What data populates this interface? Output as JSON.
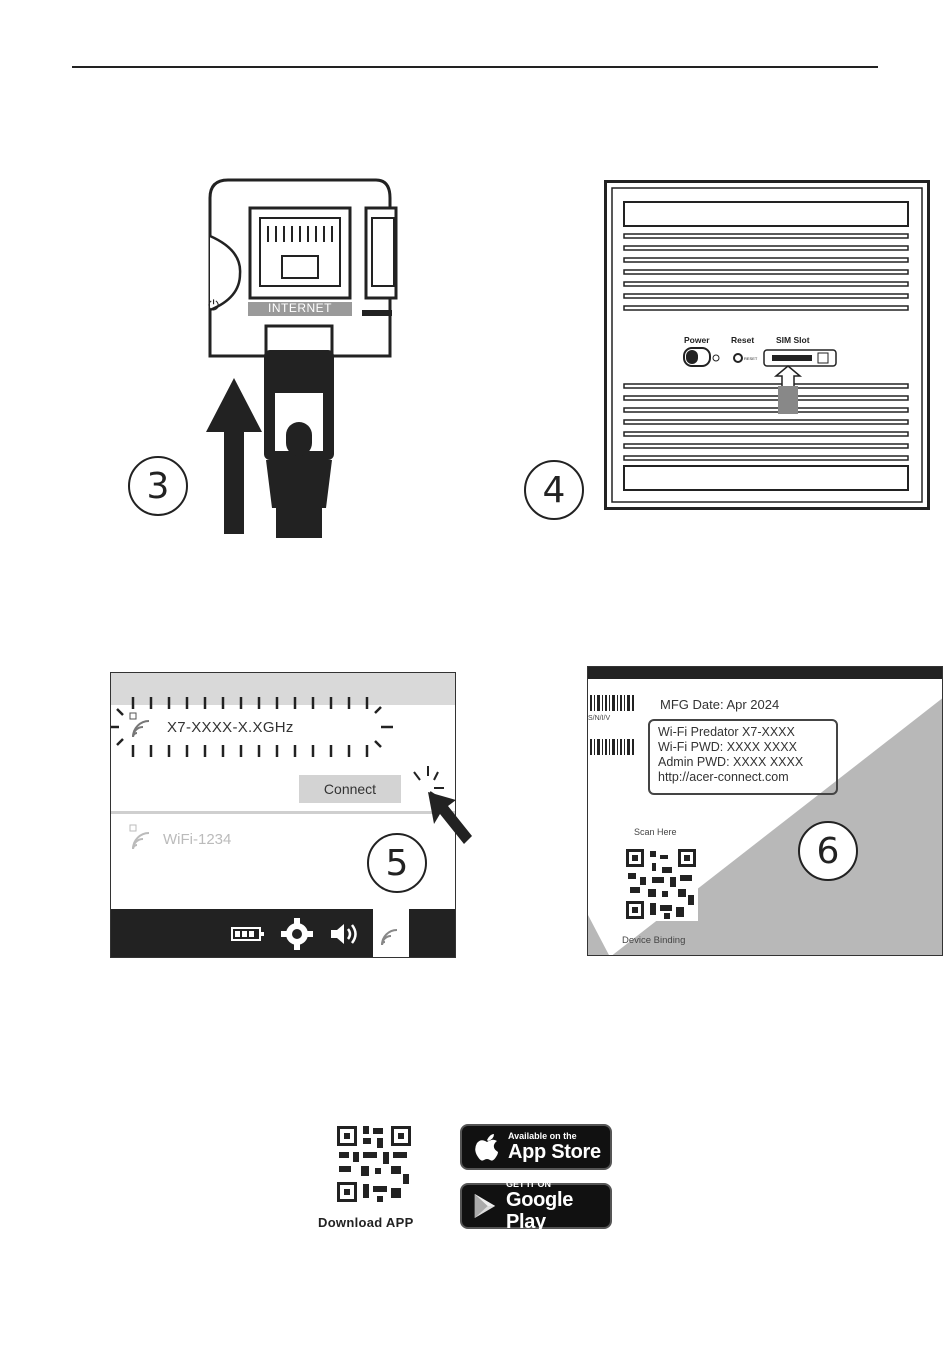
{
  "steps": {
    "s3": "3",
    "s4": "4",
    "s5": "5",
    "s6": "6"
  },
  "panel3": {
    "port_label": "INTERNET",
    "power_symbol": "⏻"
  },
  "panel4": {
    "power_label": "Power",
    "reset_label": "Reset",
    "sim_label": "SIM Slot",
    "reset_small": "RESET"
  },
  "panel5": {
    "network_1": "X7-XXXX-X.XGHz",
    "connect_label": "Connect",
    "network_2": "WiFi-1234",
    "icons": [
      "lock-icon",
      "wifi-icon",
      "battery-icon",
      "gear-icon",
      "speaker-icon",
      "cursor-arrow-icon"
    ]
  },
  "panel6": {
    "serial": "S/N/I/V",
    "mfg_date": "MFG Date:  Apr 2024",
    "wifi_name": "Wi-Fi  Predator  X7-XXXX",
    "wifi_pwd": "Wi-Fi  PWD:      XXXX XXXX",
    "admin_pwd": "Admin PWD:     XXXX XXXX",
    "url": "http://acer-connect.com",
    "scan_here": "Scan Here",
    "device_binding": "Device Binding"
  },
  "download": {
    "label": "Download APP",
    "appstore_small": "Available on the",
    "appstore_big": "App Store",
    "play_small": "GET IT ON",
    "play_big": "Google Play"
  }
}
